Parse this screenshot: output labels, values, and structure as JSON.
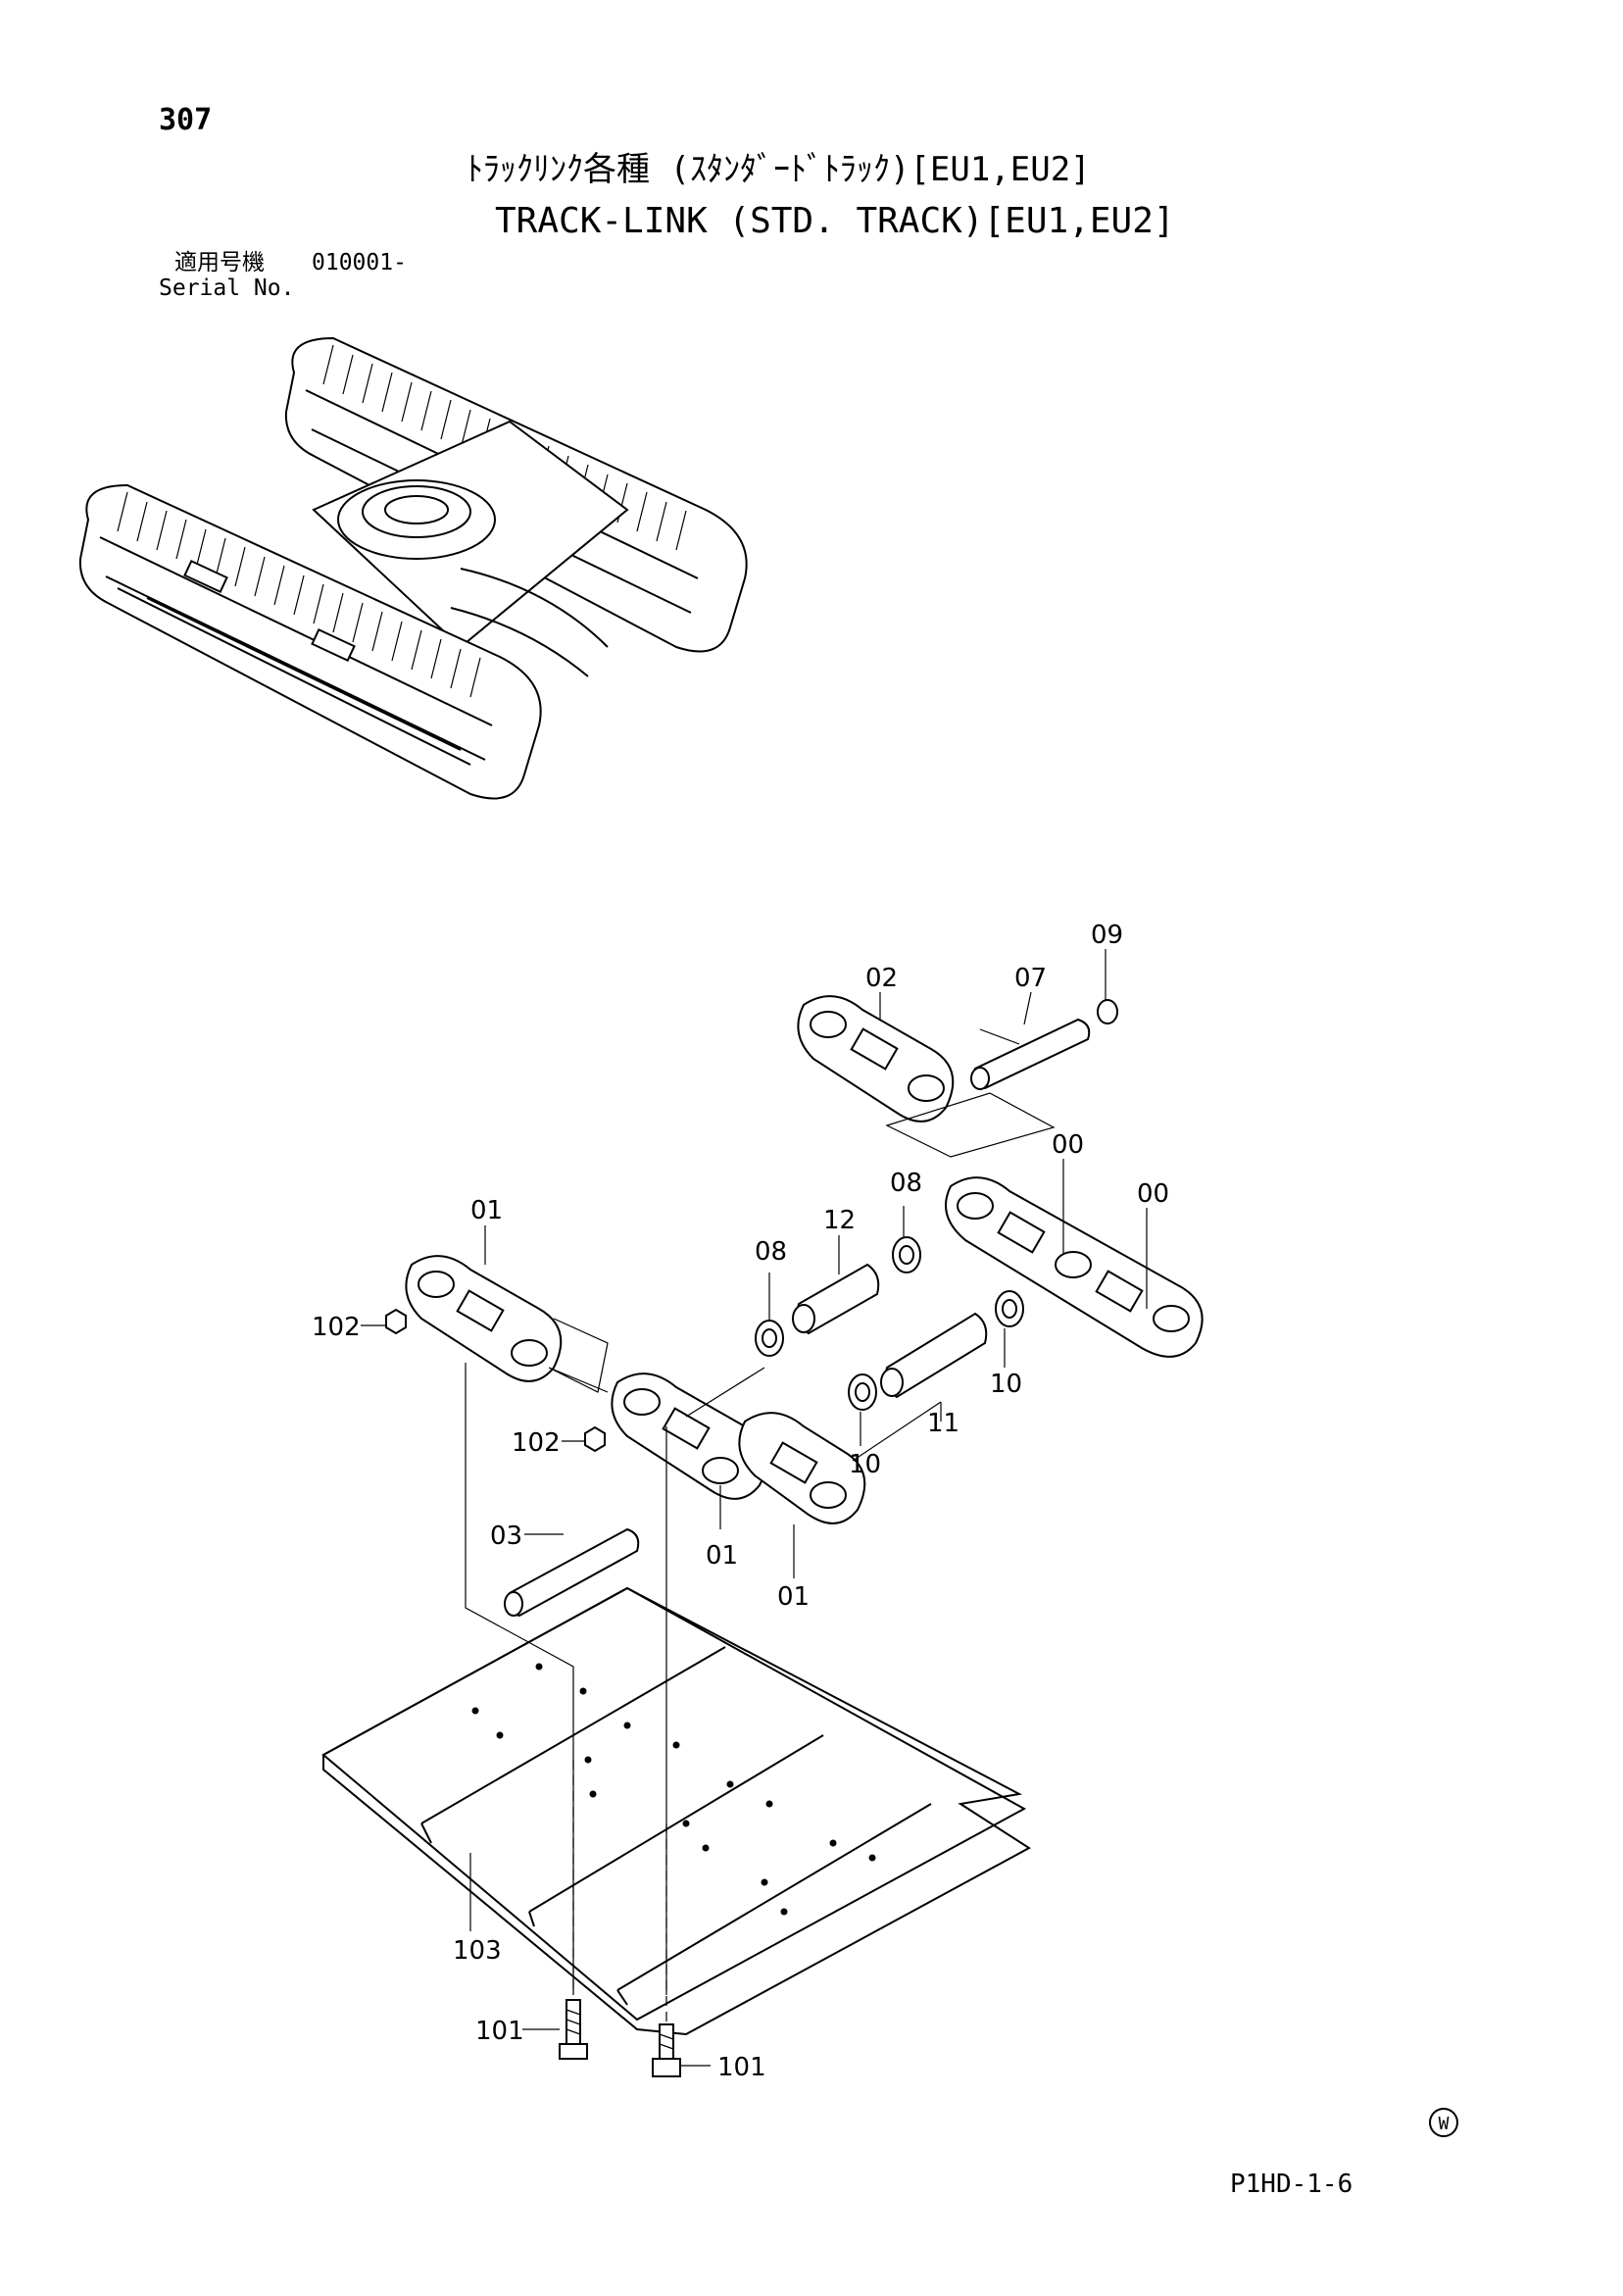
{
  "header": {
    "page_number": "307",
    "title_jp": "ﾄﾗｯｸﾘﾝｸ各種 (ｽﾀﾝﾀﾞｰﾄﾞﾄﾗｯｸ)[EU1,EU2]",
    "title_en": "TRACK-LINK (STD. TRACK)[EU1,EU2]",
    "serial_label_jp": "適用号機",
    "serial_value": "010001-",
    "serial_label_en": "Serial No."
  },
  "callouts": {
    "c09": "09",
    "c02": "02",
    "c07": "07",
    "c00a": "00",
    "c00b": "00",
    "c08a": "08",
    "c08b": "08",
    "c12": "12",
    "c01a": "01",
    "c01b": "01",
    "c01c": "01",
    "c102a": "102",
    "c102b": "102",
    "c10a": "10",
    "c10b": "10",
    "c11": "11",
    "c03": "03",
    "c103": "103",
    "c101a": "101",
    "c101b": "101"
  },
  "footer": {
    "mark": "W",
    "code": "P1HD-1-6"
  }
}
